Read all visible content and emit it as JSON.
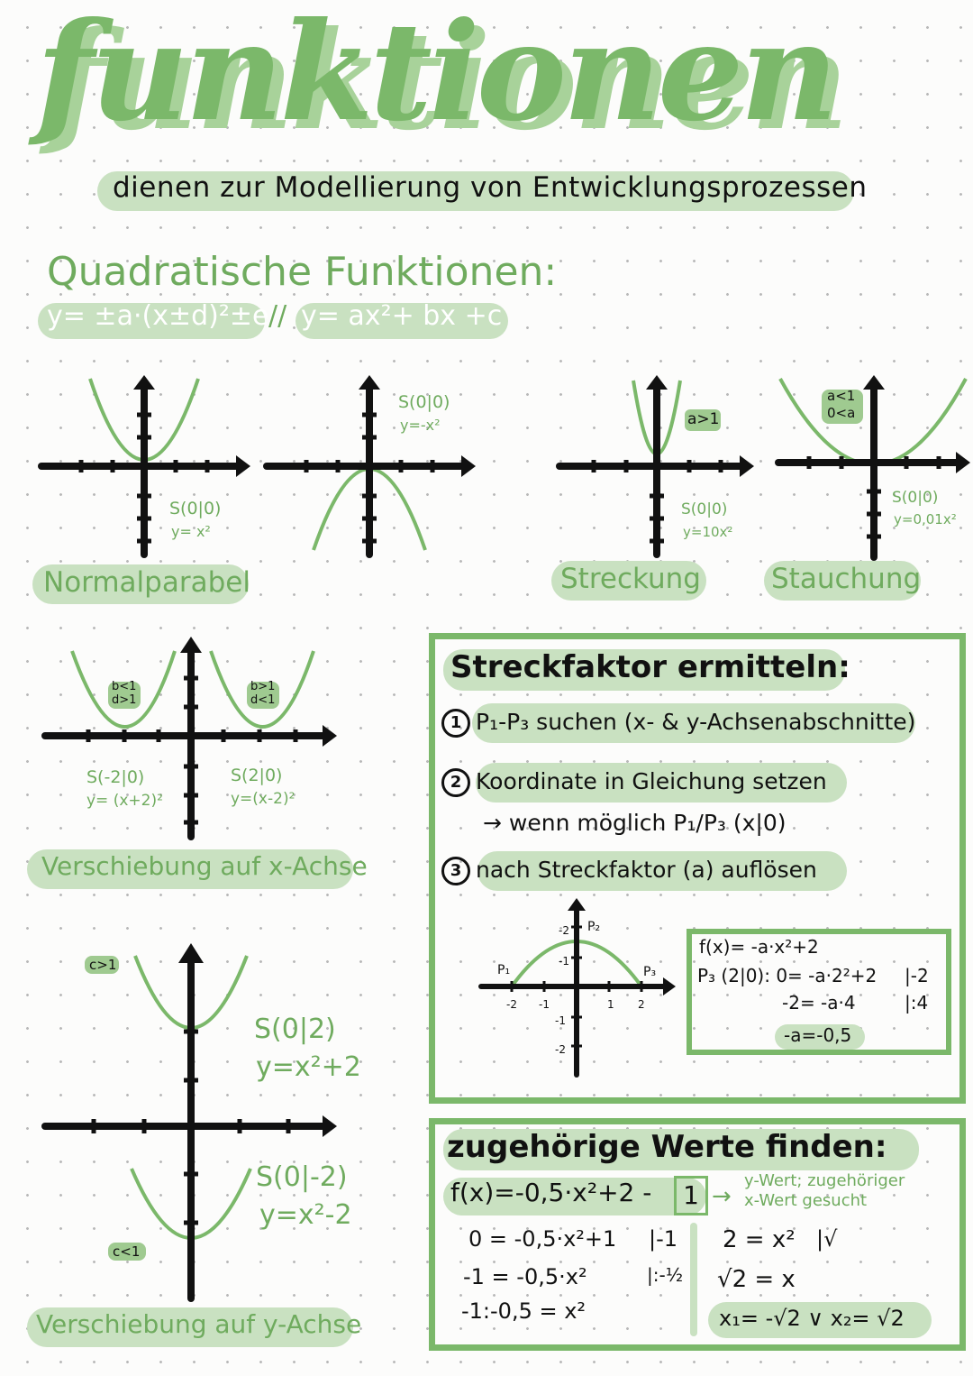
{
  "header": {
    "title": "funktionen",
    "subtitle": "dienen zur Modellierung  von Entwicklungsprozessen"
  },
  "quadratic": {
    "heading": "Quadratische Funktionen:",
    "formula_vertex": "y= ±a·(x±d)²±e",
    "separator": "//",
    "formula_general": "y= ax²+ bx +c"
  },
  "graphs_top": {
    "normal": {
      "vertex": "S(0|0)",
      "equation": "y= x²",
      "label": "Normalparabel"
    },
    "negative": {
      "vertex": "S(0|0)",
      "equation": "y=-x²"
    },
    "stretch": {
      "condition": "a>1",
      "vertex": "S(0|0)",
      "equation": "y=10x²",
      "label": "Streckung"
    },
    "compress": {
      "condition1": "a<1",
      "condition2": "0<a",
      "vertex": "S(0|0)",
      "equation": "y=0,01x²",
      "label": "Stauchung"
    }
  },
  "shift_x": {
    "left_cond1": "b<1",
    "left_cond2": "d>1",
    "right_cond1": "b>1",
    "right_cond2": "d<1",
    "left_vertex": "S(-2|0)",
    "left_equation": "y= (x+2)²",
    "right_vertex": "S(2|0)",
    "right_equation": "y=(x-2)²",
    "label": "Verschiebung auf  x-Achse"
  },
  "shift_y": {
    "top_cond": "c>1",
    "bottom_cond": "c<1",
    "top_vertex": "S(0|2)",
    "top_equation": "y=x²+2",
    "bottom_vertex": "S(0|-2)",
    "bottom_equation": "y=x²-2",
    "label": "Verschiebung auf  y-Achse"
  },
  "stretch_box": {
    "title": "Streckfaktor ermitteln:",
    "step1_num": "1",
    "step1": "P₁-P₃ suchen (x- & y-Achsenabschnitte)",
    "step2_num": "2",
    "step2": "Koordinate  in Gleichung  setzen",
    "step2_sub": "→ wenn möglich P₁/P₃ (x|0)",
    "step3_num": "3",
    "step3": "nach Streckfaktor (a) auflösen",
    "graph_labels": {
      "p1": "P₁",
      "p2": "P₂",
      "p3": "P₃",
      "xm2": "-2",
      "xm1": "-1",
      "x1": "1",
      "x2": "2",
      "y2": "-2",
      "y1": "-1",
      "ym1": "-1",
      "ym2": "-2"
    },
    "calc": {
      "line1": "f(x)= -a·x²+2",
      "line2": "P₃ (2|0):  0= -a·2²+2",
      "line2_op": "|-2",
      "line3": "-2= -a·4",
      "line3_op": "|:4",
      "result": "-a=-0,5"
    }
  },
  "values_box": {
    "title": "zugehörige  Werte  finden:",
    "equation": "f(x)=-0,5·x²+2 -",
    "boxed_value": "1",
    "note1": "y-Wert; zugehöriger",
    "note2": "x-Wert  gesucht",
    "l1": "0 = -0,5·x²+1",
    "l1_op": "|-1",
    "l2": "-1 = -0,5·x²",
    "l2_op": "|:-½",
    "l3": "-1:-0,5 = x²",
    "r1": "2 = x²",
    "r1_op": "|√",
    "r2": "√2 = x",
    "result": "x₁= -√2  ∨  x₂= √2"
  }
}
